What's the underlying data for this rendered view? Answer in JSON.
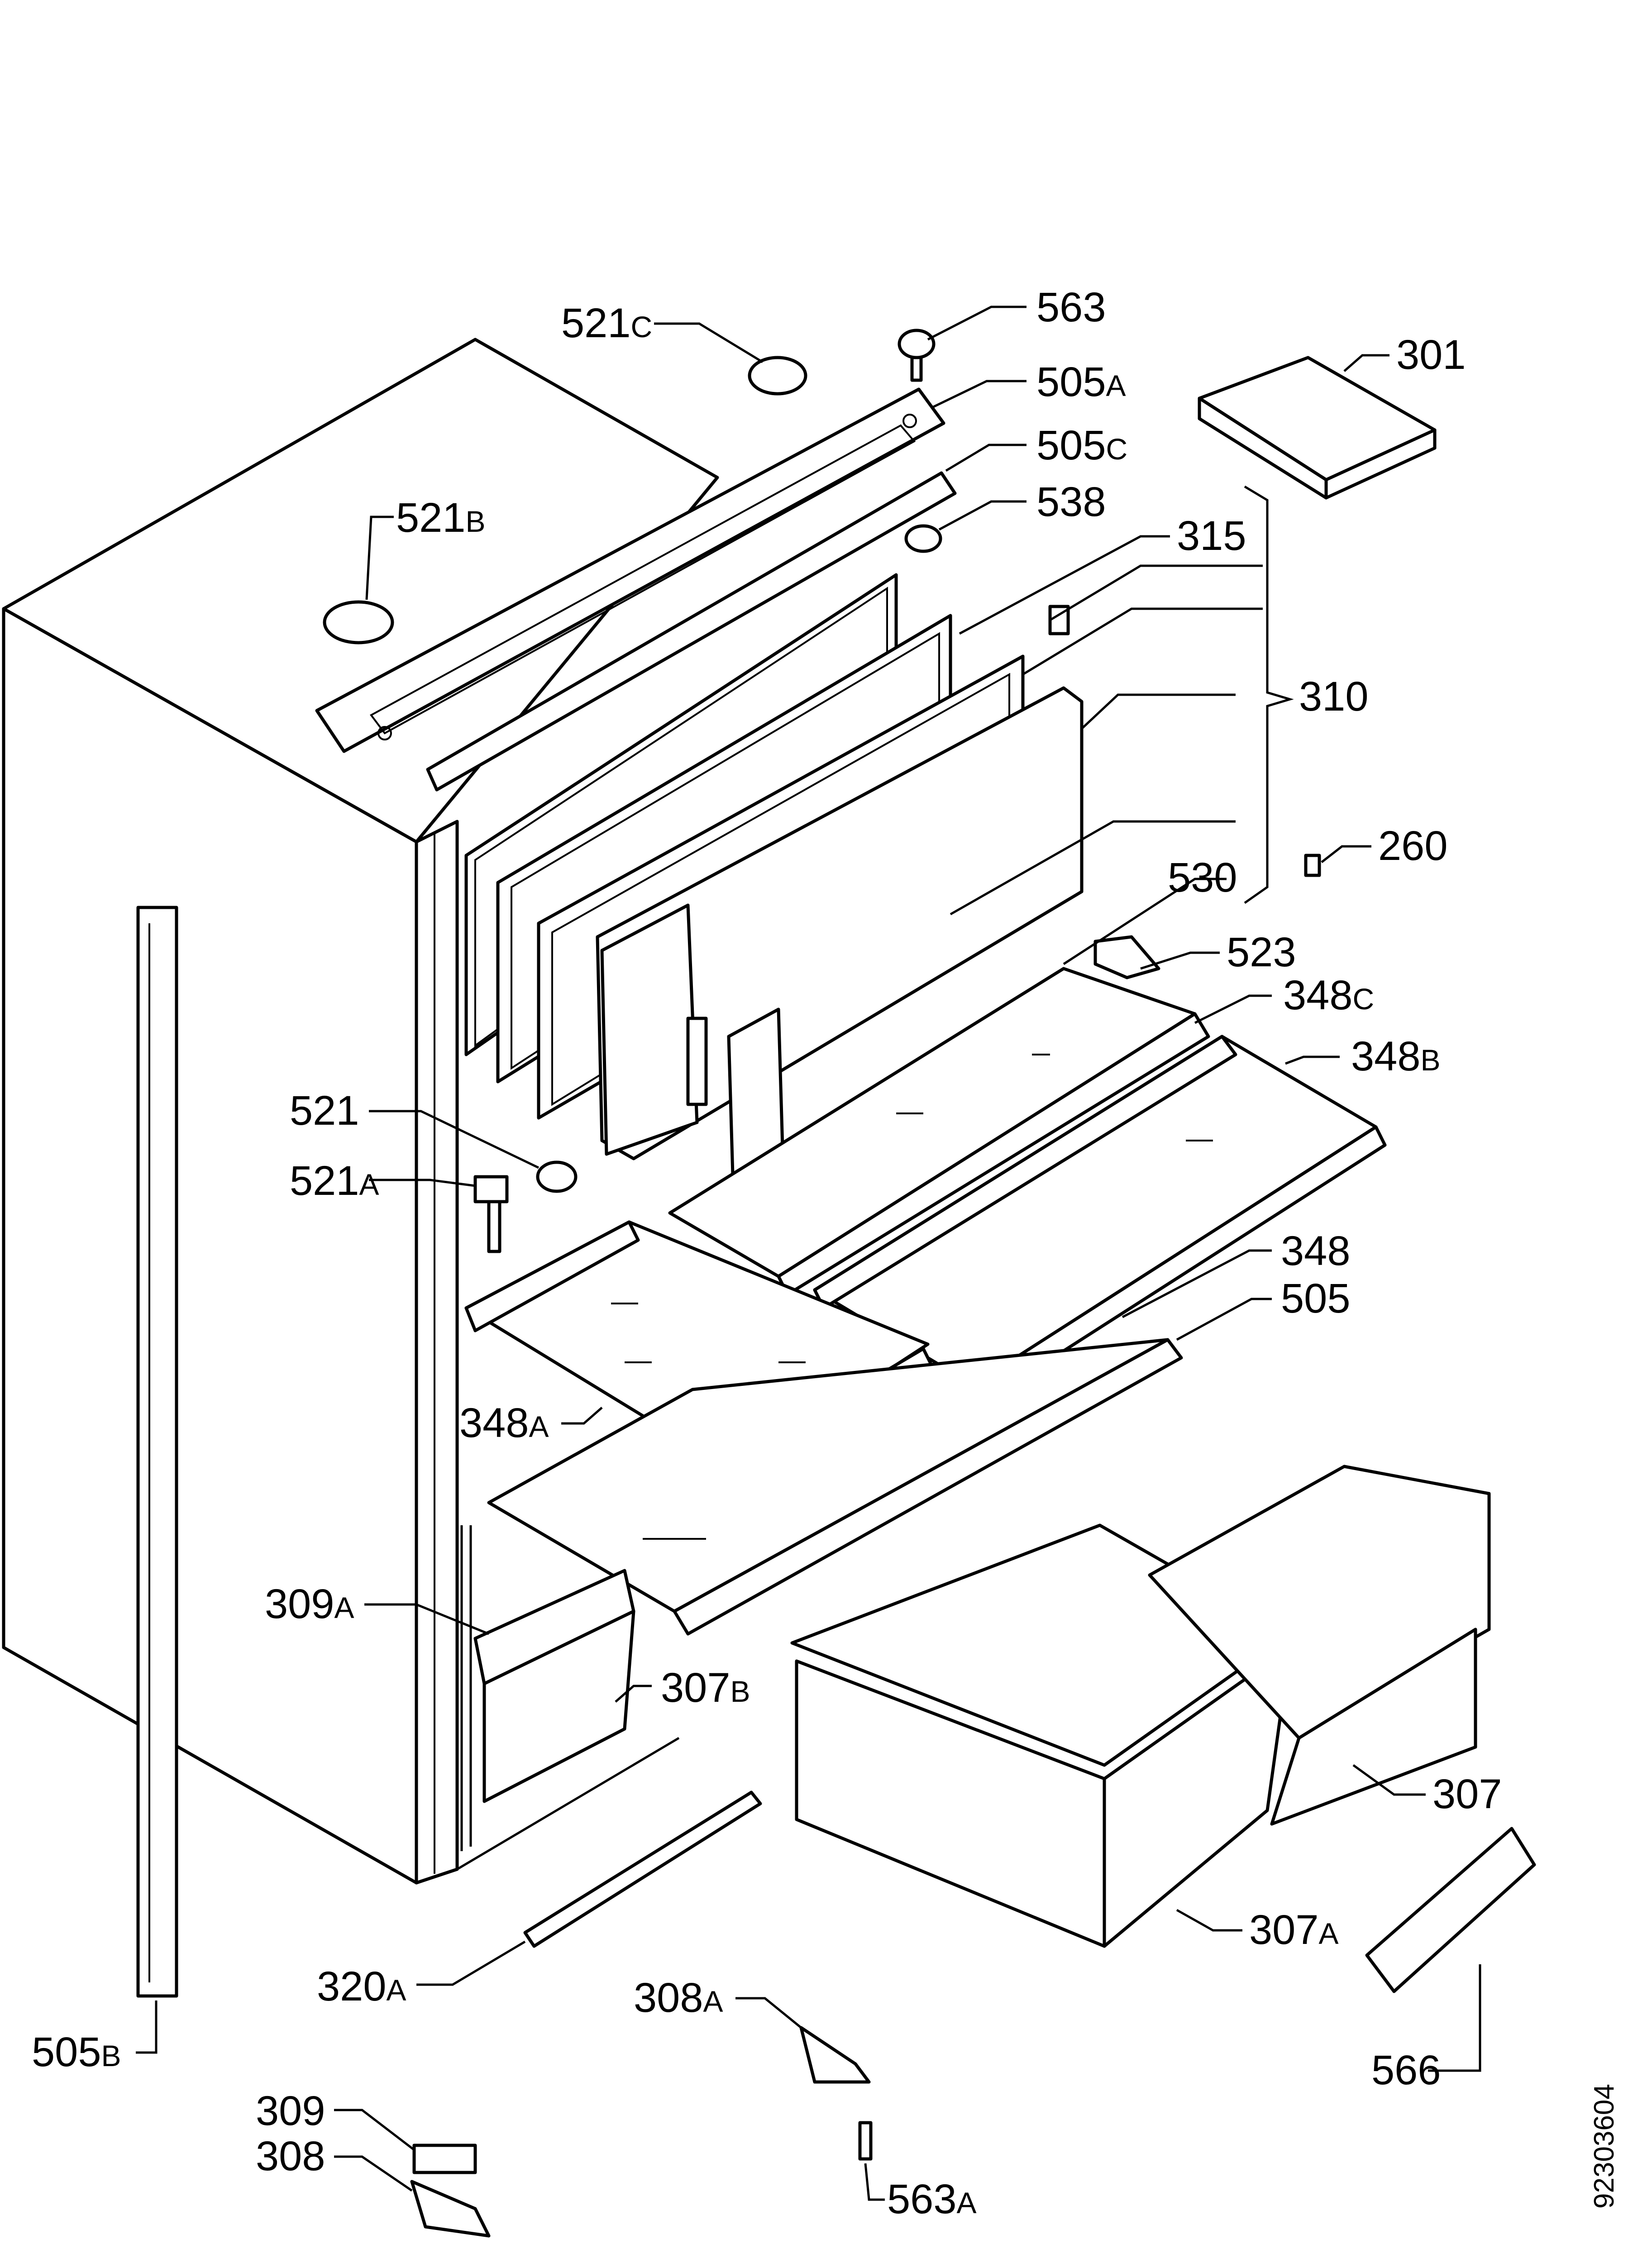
{
  "drawing_number": "92303604",
  "labels": [
    {
      "id": "563",
      "num": "563",
      "suffix": ""
    },
    {
      "id": "301",
      "num": "301",
      "suffix": ""
    },
    {
      "id": "521C",
      "num": "521",
      "suffix": "C"
    },
    {
      "id": "505A",
      "num": "505",
      "suffix": "A"
    },
    {
      "id": "505C",
      "num": "505",
      "suffix": "C"
    },
    {
      "id": "538",
      "num": "538",
      "suffix": ""
    },
    {
      "id": "521B",
      "num": "521",
      "suffix": "B"
    },
    {
      "id": "315",
      "num": "315",
      "suffix": ""
    },
    {
      "id": "310",
      "num": "310",
      "suffix": ""
    },
    {
      "id": "260",
      "num": "260",
      "suffix": ""
    },
    {
      "id": "530",
      "num": "530",
      "suffix": ""
    },
    {
      "id": "523",
      "num": "523",
      "suffix": ""
    },
    {
      "id": "348C",
      "num": "348",
      "suffix": "C"
    },
    {
      "id": "348B",
      "num": "348",
      "suffix": "B"
    },
    {
      "id": "521",
      "num": "521",
      "suffix": ""
    },
    {
      "id": "521A",
      "num": "521",
      "suffix": "A"
    },
    {
      "id": "348",
      "num": "348",
      "suffix": ""
    },
    {
      "id": "505",
      "num": "505",
      "suffix": ""
    },
    {
      "id": "348A",
      "num": "348",
      "suffix": "A"
    },
    {
      "id": "309A",
      "num": "309",
      "suffix": "A"
    },
    {
      "id": "307B",
      "num": "307",
      "suffix": "B"
    },
    {
      "id": "307",
      "num": "307",
      "suffix": ""
    },
    {
      "id": "307A",
      "num": "307",
      "suffix": "A"
    },
    {
      "id": "320A",
      "num": "320",
      "suffix": "A"
    },
    {
      "id": "308A",
      "num": "308",
      "suffix": "A"
    },
    {
      "id": "566",
      "num": "566",
      "suffix": ""
    },
    {
      "id": "505B",
      "num": "505",
      "suffix": "B"
    },
    {
      "id": "309",
      "num": "309",
      "suffix": ""
    },
    {
      "id": "308",
      "num": "308",
      "suffix": ""
    },
    {
      "id": "563A",
      "num": "563",
      "suffix": "A"
    }
  ]
}
